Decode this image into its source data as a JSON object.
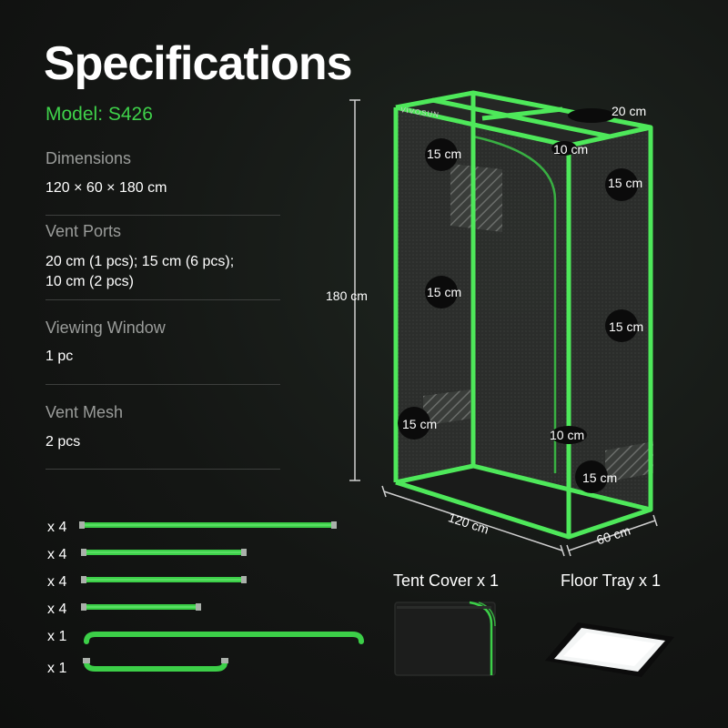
{
  "title": "Specifications",
  "model": "Model: S426",
  "specs": [
    {
      "label": "Dimensions",
      "value": "120 × 60 × 180 cm"
    },
    {
      "label": "Vent Ports",
      "value": "20 cm (1 pcs); 15 cm (6 pcs);\n10 cm (2 pcs)"
    },
    {
      "label": "Viewing Window",
      "value": "1 pc"
    },
    {
      "label": "Vent Mesh",
      "value": "2 pcs"
    }
  ],
  "parts": [
    {
      "qty": "x 4"
    },
    {
      "qty": "x 4"
    },
    {
      "qty": "x 4"
    },
    {
      "qty": "x 4"
    },
    {
      "qty": "x 1"
    },
    {
      "qty": "x 1"
    }
  ],
  "tent": {
    "brand": "VIVOSUN",
    "height": "180 cm",
    "width": "120 cm",
    "depth": "60 cm",
    "vents": {
      "top_large": "20 cm",
      "top_small": "10 cm",
      "front_upper": "15 cm",
      "front_middle": "15 cm",
      "front_lower": "15 cm",
      "side_upper": "15 cm",
      "side_middle": "15 cm",
      "side_lower": "15 cm",
      "side_small": "10 cm"
    }
  },
  "accessories": {
    "tent_cover": "Tent Cover x 1",
    "floor_tray": "Floor Tray x 1"
  },
  "colors": {
    "accent_green": "#3fd14a",
    "frame_green": "#4ee85a",
    "background": "#141614"
  }
}
